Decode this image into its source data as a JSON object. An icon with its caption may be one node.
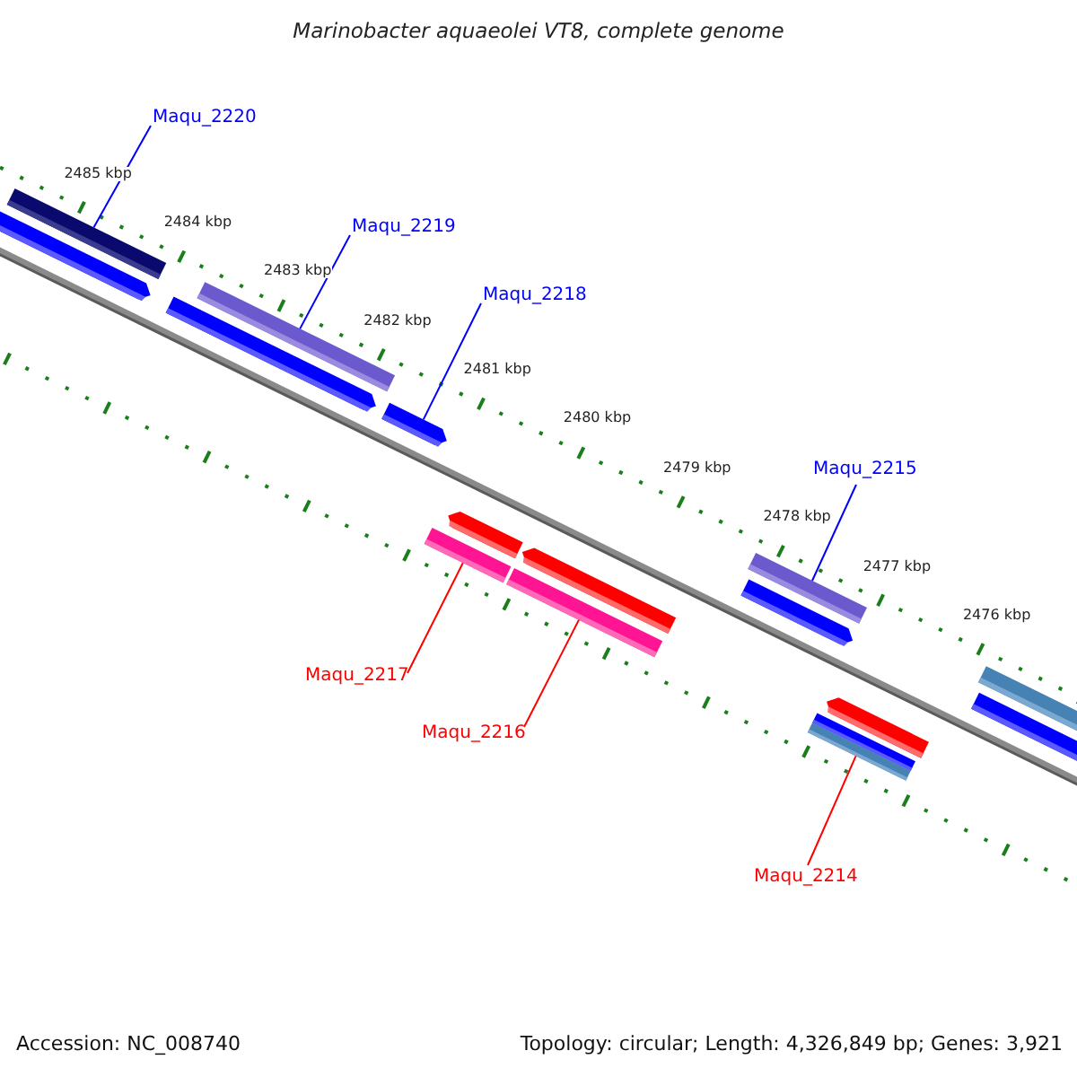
{
  "diagram": {
    "title": "Marinobacter aquaeolei VT8, complete genome",
    "nodes": [
      {
        "text": [
          "Maqu_2220"
        ]
      },
      {
        "text": [],
        "shape": "bar"
      },
      {
        "text": [
          "Maqu_2219"
        ]
      },
      {
        "text": [],
        "shape": "bar"
      },
      {
        "text": [
          "Maqu_2218"
        ]
      },
      {
        "text": [],
        "shape": "bar"
      },
      {
        "text": [
          "Maqu_2217"
        ]
      },
      {
        "text": [],
        "shape": "bar"
      },
      {
        "text": [
          "Maqu_2216"
        ]
      },
      {
        "text": [],
        "shape": "bar"
      },
      {
        "text": [
          "Maqu_2215"
        ]
      },
      {
        "text": [],
        "shape": "bar"
      },
      {
        "text": [
          "Maqu_2214"
        ]
      },
      {
        "text": [],
        "shape": "bar"
      },
      {
        "text": [],
        "shape": "bar"
      }
    ],
    "edges": [
      {
        "from": 0,
        "to": 1,
        "arrow": "none"
      },
      {
        "from": 2,
        "to": 3,
        "arrow": "none"
      },
      {
        "from": 4,
        "to": 5,
        "arrow": "none"
      },
      {
        "from": 6,
        "to": 7,
        "arrow": "none",
        "color": "#ff0000"
      },
      {
        "from": 8,
        "to": 9,
        "arrow": "none",
        "color": "#ff0000"
      },
      {
        "from": 10,
        "to": 11,
        "arrow": "none"
      },
      {
        "from": 12,
        "to": 13,
        "arrow": "none",
        "color": "#ff0000"
      }
    ],
    "labels": [
      "2485 kbp",
      "2484 kbp",
      "2483 kbp",
      "2482 kbp",
      "2481 kbp",
      "2480 kbp",
      "2479 kbp",
      "2478 kbp",
      "2477 kbp",
      "2476 kbp",
      "Accession: NC_008740",
      "Topology: circular; Length: 4,326,849 bp; Genes: 3,921"
    ]
  }
}
